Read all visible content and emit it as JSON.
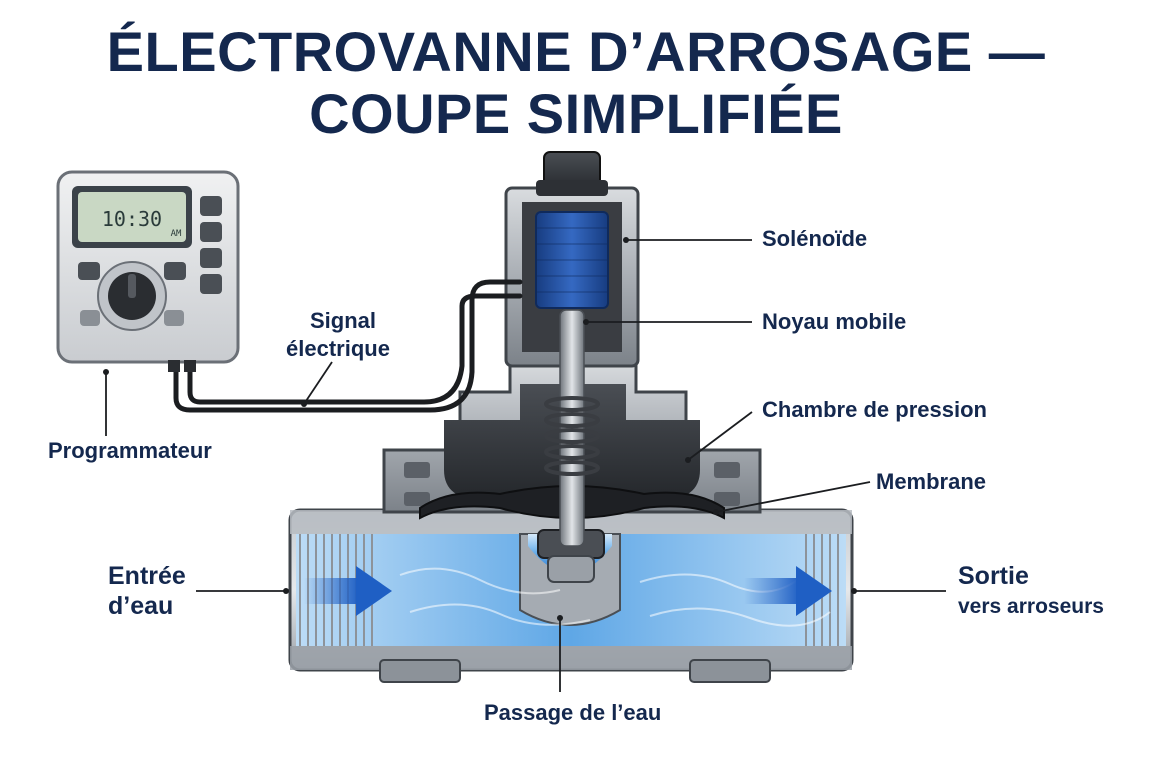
{
  "title": {
    "line1": "ÉLECTROVANNE D’ARROSAGE —",
    "line2": "COUPE SIMPLIFIÉE"
  },
  "labels": {
    "solenoid": "Solénoïde",
    "core": "Noyau mobile",
    "chamber": "Chambre de pression",
    "membrane": "Membrane",
    "outlet_1": "Sortie",
    "outlet_2": "vers arroseurs",
    "inlet_1": "Entrée",
    "inlet_2": "d’eau",
    "flow": "Passage de l’eau",
    "signal_1": "Signal",
    "signal_2": "électrique",
    "controller": "Programmateur"
  },
  "controller": {
    "display_time": "10:30",
    "display_unit": "AM"
  },
  "colors": {
    "title": "#14284e",
    "water": "#2e7fd6",
    "arrow": "#1f5fc4",
    "coil": "#1f4fa0",
    "metal": "#9aa0a7"
  }
}
